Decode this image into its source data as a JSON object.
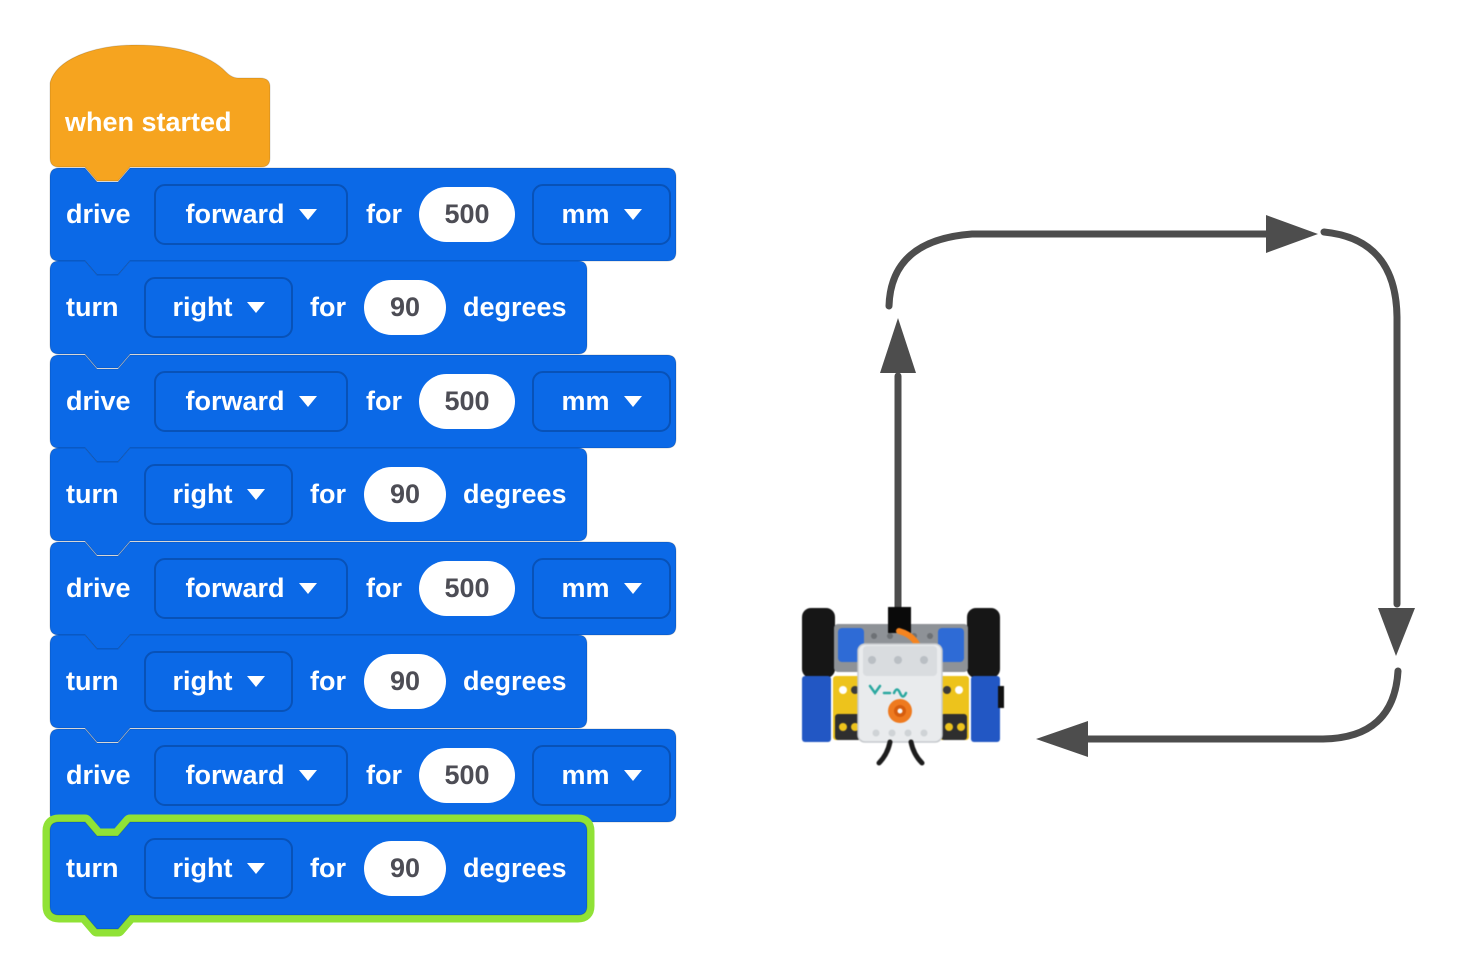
{
  "colors": {
    "block_blue": "#0b69e7",
    "hat_orange": "#f6a41f",
    "highlight_green": "#90e236",
    "arrow_gray": "#4d4d4d",
    "value_text_gray": "#4d4d55",
    "background": "#ffffff"
  },
  "hat_block": {
    "label": "when started"
  },
  "script_blocks": [
    {
      "kind": "drive",
      "verb": "drive",
      "direction": "forward",
      "for_word": "for",
      "value": "500",
      "unit": "mm"
    },
    {
      "kind": "turn",
      "verb": "turn",
      "direction": "right",
      "for_word": "for",
      "value": "90",
      "unit": "degrees"
    },
    {
      "kind": "drive",
      "verb": "drive",
      "direction": "forward",
      "for_word": "for",
      "value": "500",
      "unit": "mm"
    },
    {
      "kind": "turn",
      "verb": "turn",
      "direction": "right",
      "for_word": "for",
      "value": "90",
      "unit": "degrees"
    },
    {
      "kind": "drive",
      "verb": "drive",
      "direction": "forward",
      "for_word": "for",
      "value": "500",
      "unit": "mm"
    },
    {
      "kind": "turn",
      "verb": "turn",
      "direction": "right",
      "for_word": "for",
      "value": "90",
      "unit": "degrees"
    },
    {
      "kind": "drive",
      "verb": "drive",
      "direction": "forward",
      "for_word": "for",
      "value": "500",
      "unit": "mm"
    },
    {
      "kind": "turn",
      "verb": "turn",
      "direction": "right",
      "for_word": "for",
      "value": "90",
      "unit": "degrees",
      "highlighted": true
    }
  ],
  "diagram": {
    "robot": "VEX GO robot (top view)",
    "path_shape": "square",
    "arrow_directions": [
      "up",
      "right",
      "down",
      "left"
    ]
  }
}
